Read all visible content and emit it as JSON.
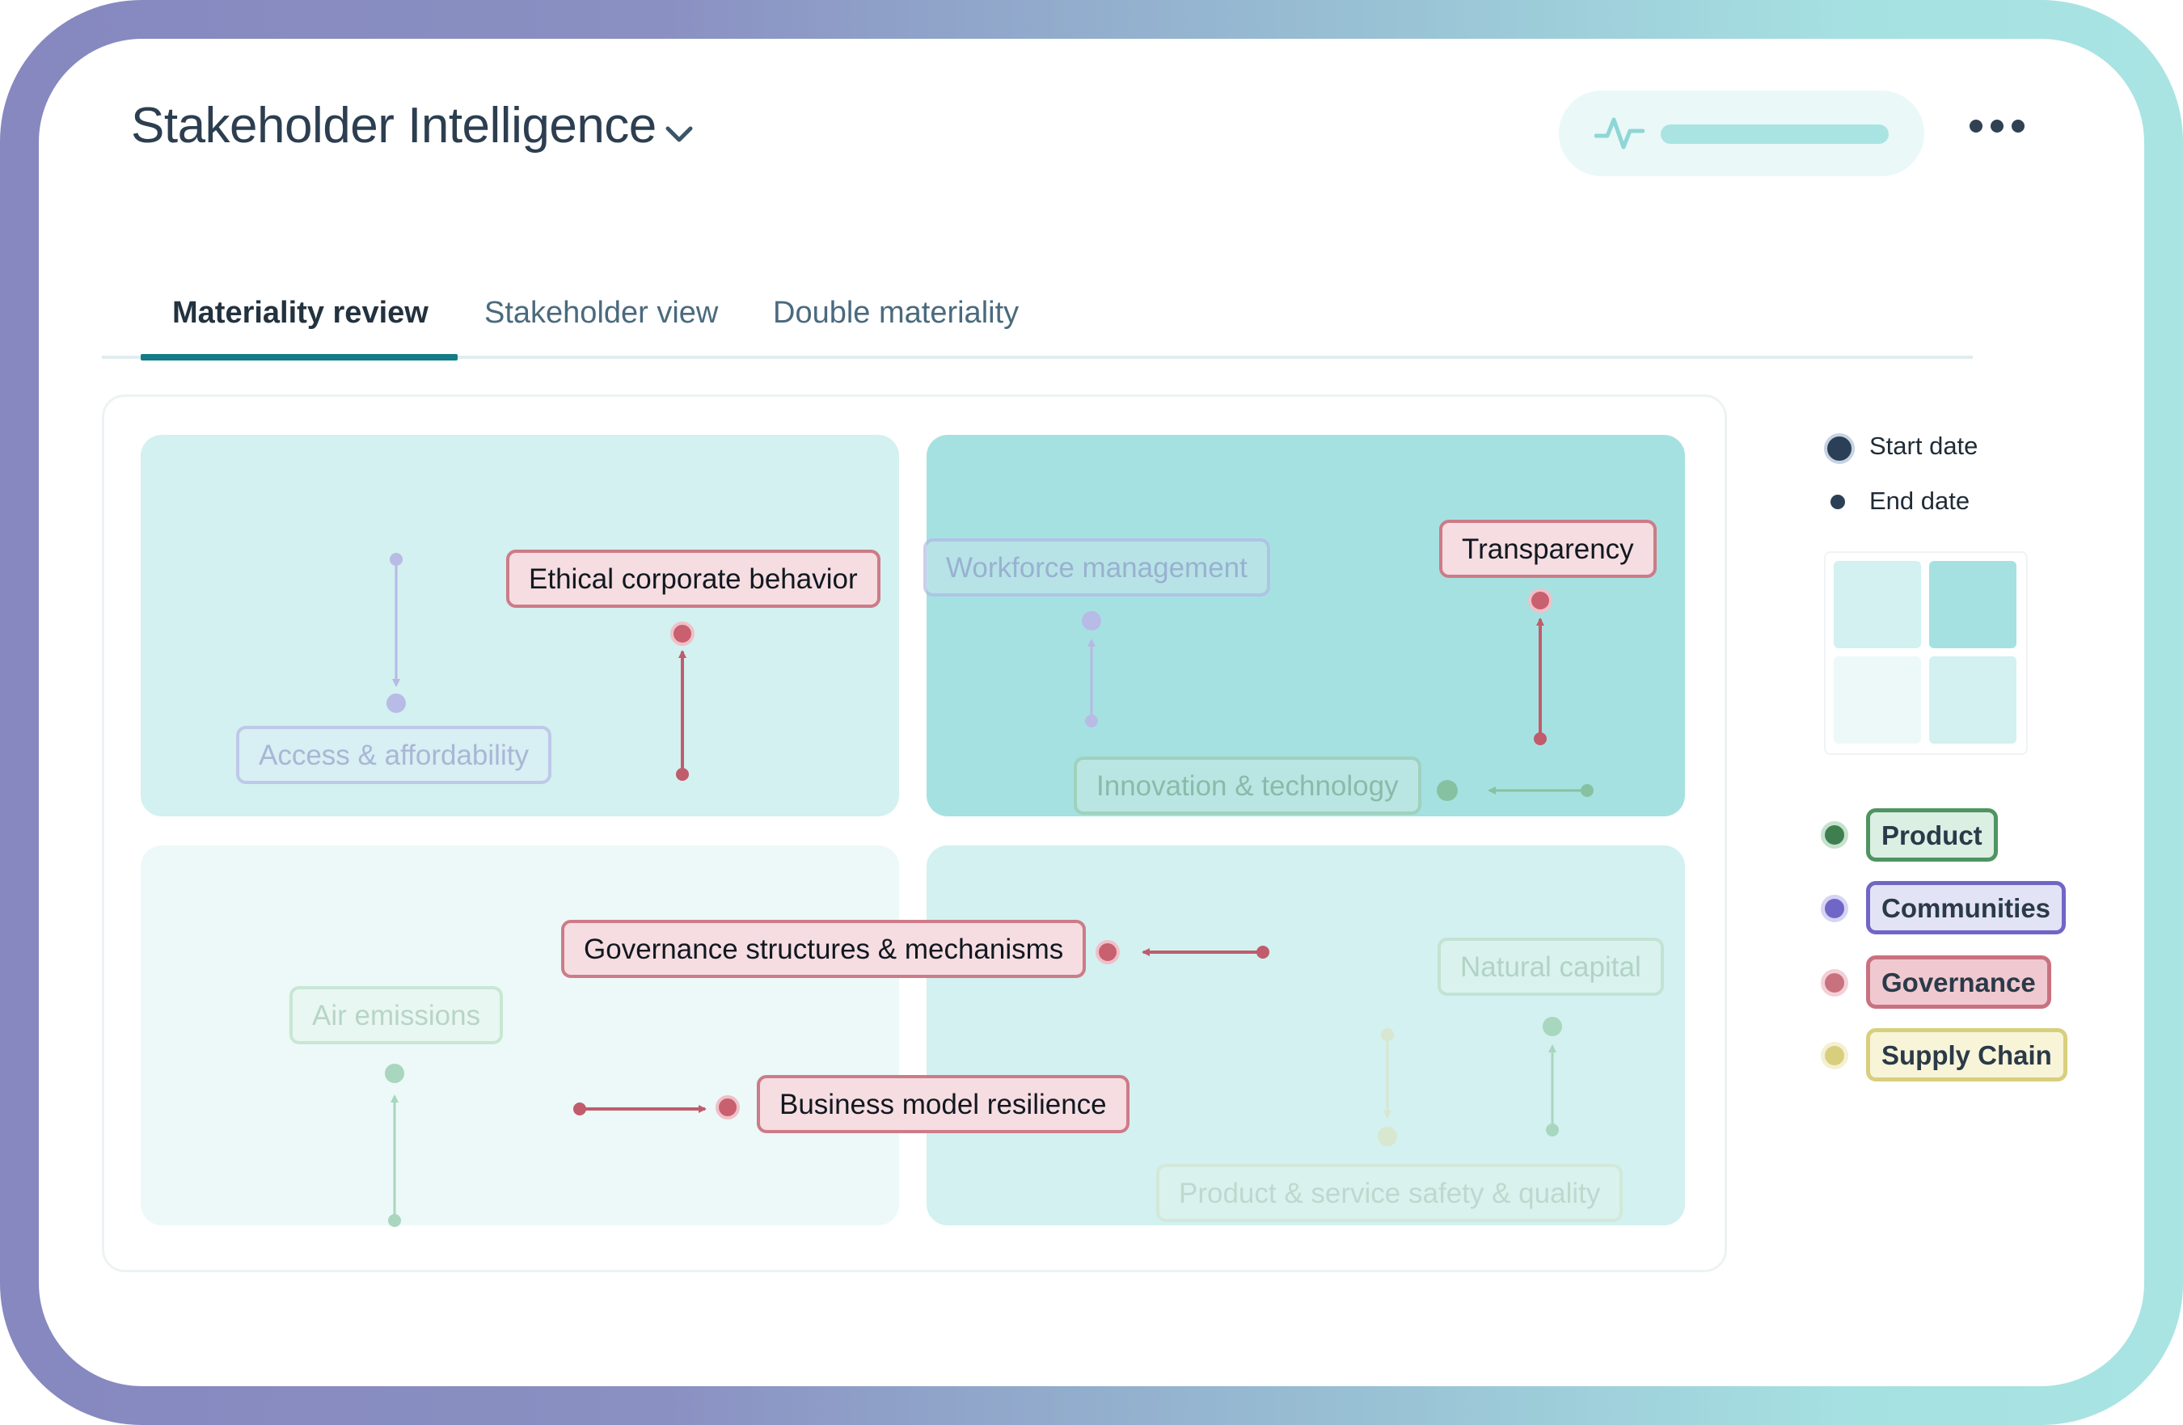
{
  "header": {
    "title": "Stakeholder Intelligence",
    "title_dropdown_icon": "chevron-down-icon",
    "activity_icon": "pulse-icon",
    "more_icon": "more-horizontal-icon"
  },
  "tabs": [
    {
      "label": "Materiality review",
      "active": true
    },
    {
      "label": "Stakeholder view",
      "active": false
    },
    {
      "label": "Double materiality",
      "active": false
    }
  ],
  "matrix": {
    "labels": {
      "ethical": "Ethical corporate behavior",
      "workforce": "Workforce management",
      "transparency": "Transparency",
      "access": "Access & affordability",
      "innovation": "Innovation & technology",
      "governance_structures": "Governance structures & mechanisms",
      "air": "Air emissions",
      "natural": "Natural capital",
      "business_model": "Business model resilience",
      "product_safety": "Product & service safety & quality"
    }
  },
  "legend": {
    "start_date": "Start date",
    "end_date": "End date",
    "categories": [
      {
        "label": "Product",
        "color": "#3f7f4f"
      },
      {
        "label": "Communities",
        "color": "#7066c7"
      },
      {
        "label": "Governance",
        "color": "#c9727f"
      },
      {
        "label": "Supply Chain",
        "color": "#d8cf7e"
      }
    ]
  },
  "colors": {
    "accent": "#137c86",
    "governance": "#c05c6c",
    "frame_left": "#8688bf",
    "frame_right": "#a9e4e3"
  }
}
